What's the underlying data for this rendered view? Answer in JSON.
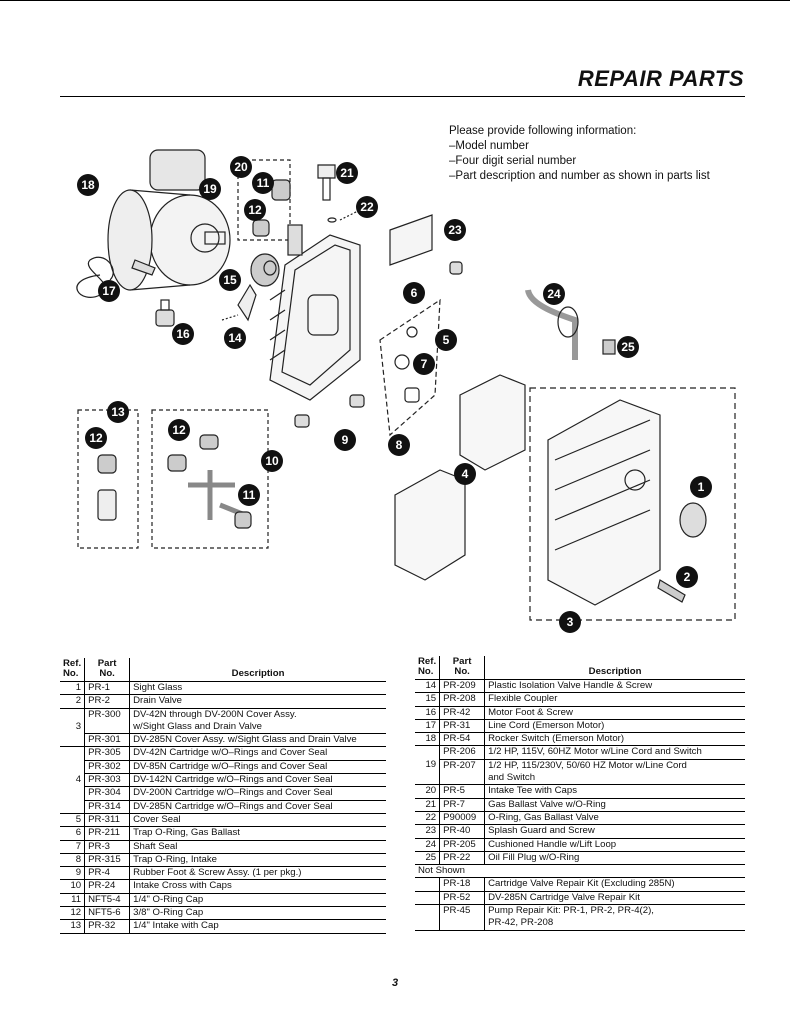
{
  "header": {
    "title": "REPAIR PARTS"
  },
  "info": {
    "lines": [
      "Please provide following information:",
      "–Model number",
      "–Four digit serial number",
      "–Part description and number as shown in parts list"
    ]
  },
  "callouts": [
    "18",
    "19",
    "17",
    "16",
    "15",
    "14",
    "20",
    "11",
    "12",
    "21",
    "22",
    "23",
    "6",
    "5",
    "7",
    "8",
    "9",
    "24",
    "25",
    "13",
    "12",
    "10",
    "12",
    "11",
    "4",
    "1",
    "2",
    "3"
  ],
  "table_headers": {
    "ref": "Ref.\nNo.",
    "part": "Part\nNo.",
    "desc": "Description"
  },
  "left_rows": [
    {
      "ref": "1",
      "part": "PR-1",
      "desc": "Sight Glass"
    },
    {
      "ref": "2",
      "part": "PR-2",
      "desc": "Drain Valve"
    },
    {
      "ref": "3",
      "part": "PR-300",
      "desc": "DV-42N through DV-200N Cover Assy.\nw/Sight Glass and Drain Valve"
    },
    {
      "ref": "",
      "part": "PR-301",
      "desc": "DV-285N Cover Assy. w/Sight Glass and Drain Valve"
    },
    {
      "ref": "",
      "part": "PR-305",
      "desc": "DV-42N Cartridge w/O–Rings and Cover Seal"
    },
    {
      "ref": "",
      "part": "PR-302",
      "desc": "DV-85N Cartridge w/O–Rings and Cover Seal"
    },
    {
      "ref": "4",
      "part": "PR-303",
      "desc": "DV-142N Cartridge w/O–Rings and Cover Seal"
    },
    {
      "ref": "",
      "part": "PR-304",
      "desc": "DV-200N Cartridge w/O–Rings and Cover Seal"
    },
    {
      "ref": "",
      "part": "PR-314",
      "desc": "DV-285N Cartridge w/O–Rings and Cover Seal"
    },
    {
      "ref": "5",
      "part": "PR-311",
      "desc": "Cover Seal"
    },
    {
      "ref": "6",
      "part": "PR-211",
      "desc": "Trap O-Ring, Gas Ballast"
    },
    {
      "ref": "7",
      "part": "PR-3",
      "desc": "Shaft Seal"
    },
    {
      "ref": "8",
      "part": "PR-315",
      "desc": "Trap O-Ring, Intake"
    },
    {
      "ref": "9",
      "part": "PR-4",
      "desc": "Rubber Foot & Screw Assy. (1 per pkg.)"
    },
    {
      "ref": "10",
      "part": "PR-24",
      "desc": "Intake Cross with Caps"
    },
    {
      "ref": "11",
      "part": "NFT5-4",
      "desc": "1/4\" O-Ring Cap"
    },
    {
      "ref": "12",
      "part": "NFT5-6",
      "desc": "3/8\" O-Ring Cap"
    },
    {
      "ref": "13",
      "part": "PR-32",
      "desc": "1/4\" Intake with Cap"
    }
  ],
  "right_rows": [
    {
      "ref": "14",
      "part": "PR-209",
      "desc": "Plastic Isolation Valve Handle & Screw"
    },
    {
      "ref": "15",
      "part": "PR-208",
      "desc": "Flexible Coupler"
    },
    {
      "ref": "16",
      "part": "PR-42",
      "desc": "Motor Foot & Screw"
    },
    {
      "ref": "17",
      "part": "PR-31",
      "desc": "Line Cord (Emerson Motor)"
    },
    {
      "ref": "18",
      "part": "PR-54",
      "desc": "Rocker Switch (Emerson Motor)"
    },
    {
      "ref": "19",
      "part": "PR-206",
      "desc": "1/2 HP, 115V, 60HZ Motor w/Line Cord and Switch"
    },
    {
      "ref": "",
      "part": "PR-207",
      "desc": "1/2 HP, 115/230V, 50/60 HZ Motor w/Line Cord\nand Switch"
    },
    {
      "ref": "20",
      "part": "PR-5",
      "desc": "Intake Tee with Caps"
    },
    {
      "ref": "21",
      "part": "PR-7",
      "desc": "Gas Ballast Valve w/O-Ring"
    },
    {
      "ref": "22",
      "part": "P90009",
      "desc": "O-Ring, Gas Ballast Valve"
    },
    {
      "ref": "23",
      "part": "PR-40",
      "desc": "Splash Guard and Screw"
    },
    {
      "ref": "24",
      "part": "PR-205",
      "desc": "Cushioned Handle w/Lift Loop"
    },
    {
      "ref": "25",
      "part": "PR-22",
      "desc": "Oil Fill Plug w/O-Ring"
    }
  ],
  "not_shown": {
    "label": "Not Shown",
    "rows": [
      {
        "part": "PR-18",
        "desc": "Cartridge Valve Repair Kit (Excluding 285N)"
      },
      {
        "part": "PR-52",
        "desc": "DV-285N Cartridge Valve Repair Kit"
      },
      {
        "part": "PR-45",
        "desc": "Pump Repair Kit: PR-1, PR-2, PR-4(2),\nPR-42, PR-208"
      }
    ]
  },
  "page_number": "3"
}
